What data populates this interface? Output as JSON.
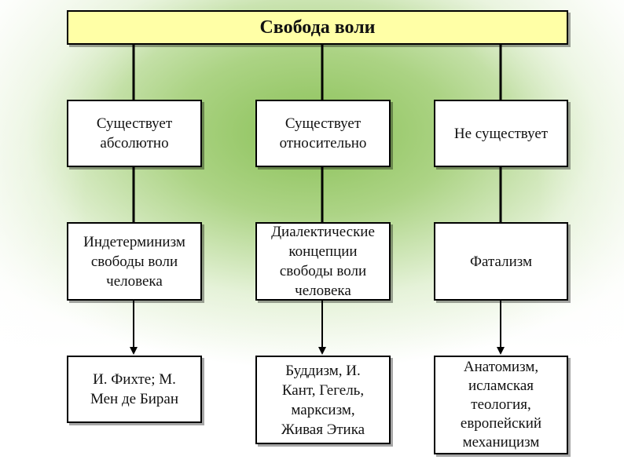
{
  "title": "Свобода воли",
  "columns": [
    {
      "existence": "Существует\nабсолютно",
      "concept": "Индетерминизм\nсвободы воли\nчеловека",
      "proponents": "И. Фихте; М.\nМен де Биран"
    },
    {
      "existence": "Существует\nотносительно",
      "concept": "Диалектические\nконцепции\nсвободы воли\nчеловека",
      "proponents": "Буддизм, И.\nКант, Гегель,\nмарксизм,\nЖивая Этика"
    },
    {
      "existence": "Не существует",
      "concept": "Фатализм",
      "proponents": "Анатомизм,\nисламская\nтеология,\nевропейский\nмеханицизм"
    }
  ]
}
